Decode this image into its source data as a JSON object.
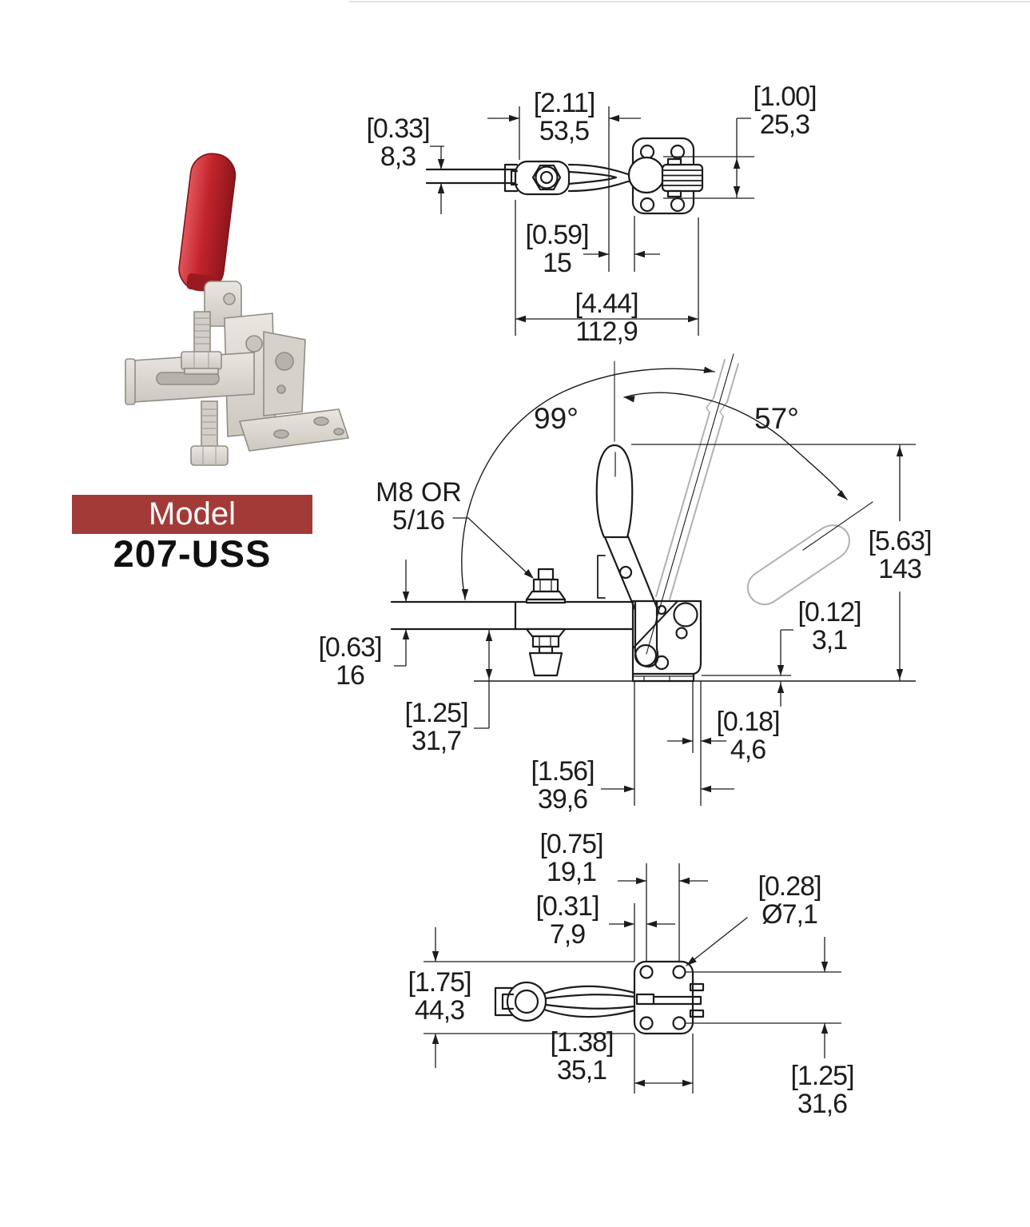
{
  "product": {
    "model_label": "Model",
    "model_number": "207-USS",
    "plate_color": "#a23b38",
    "handle_color": "#c2242b",
    "line_color": "#1c1c1c",
    "phantom_color": "#b3b0ad"
  },
  "views": {
    "top_view": {
      "dims": [
        {
          "id": "bar-thickness",
          "inch": "[0.33]",
          "mm": "8,3"
        },
        {
          "id": "arm-length",
          "inch": "[2.11]",
          "mm": "53,5"
        },
        {
          "id": "boss-height",
          "inch": "[1.00]",
          "mm": "25,3"
        },
        {
          "id": "pivot-offset",
          "inch": "[0.59]",
          "mm": "15"
        },
        {
          "id": "overall-length",
          "inch": "[4.44]",
          "mm": "112,9"
        }
      ]
    },
    "side_view": {
      "angles": [
        {
          "id": "handle-opening-angle",
          "value": "99°"
        },
        {
          "id": "bar-opening-angle",
          "value": "57°"
        }
      ],
      "thread_note": {
        "line1": "M8 OR",
        "line2": "5/16"
      },
      "dims": [
        {
          "id": "overall-height",
          "inch": "[5.63]",
          "mm": "143"
        },
        {
          "id": "base-lip-height",
          "inch": "[0.12]",
          "mm": "3,1"
        },
        {
          "id": "bar-height",
          "inch": "[0.63]",
          "mm": "16"
        },
        {
          "id": "bar-to-base",
          "inch": "[1.25]",
          "mm": "31,7"
        },
        {
          "id": "flange-offset",
          "inch": "[0.18]",
          "mm": "4,6"
        },
        {
          "id": "base-depth",
          "inch": "[1.56]",
          "mm": "39,6"
        }
      ]
    },
    "bottom_view": {
      "dims": [
        {
          "id": "hole-spacing-x",
          "inch": "[0.75]",
          "mm": "19,1"
        },
        {
          "id": "hole-edge-offset",
          "inch": "[0.31]",
          "mm": "7,9"
        },
        {
          "id": "hole-diameter",
          "inch": "[0.28]",
          "mm": "Ø7,1"
        },
        {
          "id": "base-width",
          "inch": "[1.75]",
          "mm": "44,3"
        },
        {
          "id": "base-plate-width",
          "inch": "[1.38]",
          "mm": "35,1"
        },
        {
          "id": "hole-spacing-y",
          "inch": "[1.25]",
          "mm": "31,6"
        }
      ]
    }
  }
}
